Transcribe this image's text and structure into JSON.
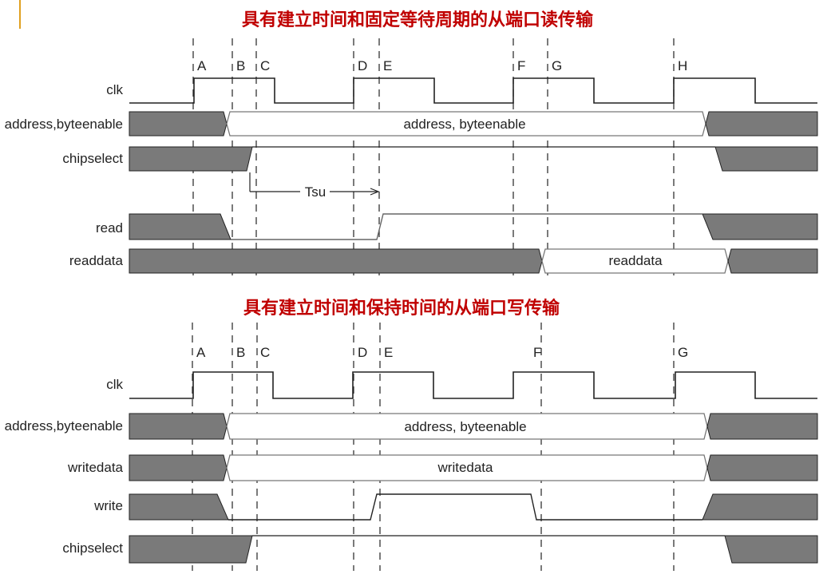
{
  "titles": {
    "read": "具有建立时间和固定等待周期的从端口读传输",
    "write": "具有建立时间和保持时间的从端口写传输"
  },
  "colors": {
    "title": "#c00000",
    "fill": "#7a7a7a",
    "line": "#222222",
    "accent": "#e0a020"
  },
  "read_diagram": {
    "markers": [
      "A",
      "B",
      "C",
      "D",
      "E",
      "F",
      "G",
      "H"
    ],
    "signals": [
      {
        "name": "clk"
      },
      {
        "name": "address,byteenable",
        "bus_label": "address, byteenable"
      },
      {
        "name": "chipselect"
      },
      {
        "name": "read"
      },
      {
        "name": "readdata",
        "bus_label": "readdata"
      }
    ],
    "timing_label": "Tsu"
  },
  "write_diagram": {
    "markers": [
      "A",
      "B",
      "C",
      "D",
      "E",
      "F",
      "G"
    ],
    "signals": [
      {
        "name": "clk"
      },
      {
        "name": "address,byteenable",
        "bus_label": "address, byteenable"
      },
      {
        "name": "writedata",
        "bus_label": "writedata"
      },
      {
        "name": "write"
      },
      {
        "name": "chipselect"
      }
    ]
  }
}
